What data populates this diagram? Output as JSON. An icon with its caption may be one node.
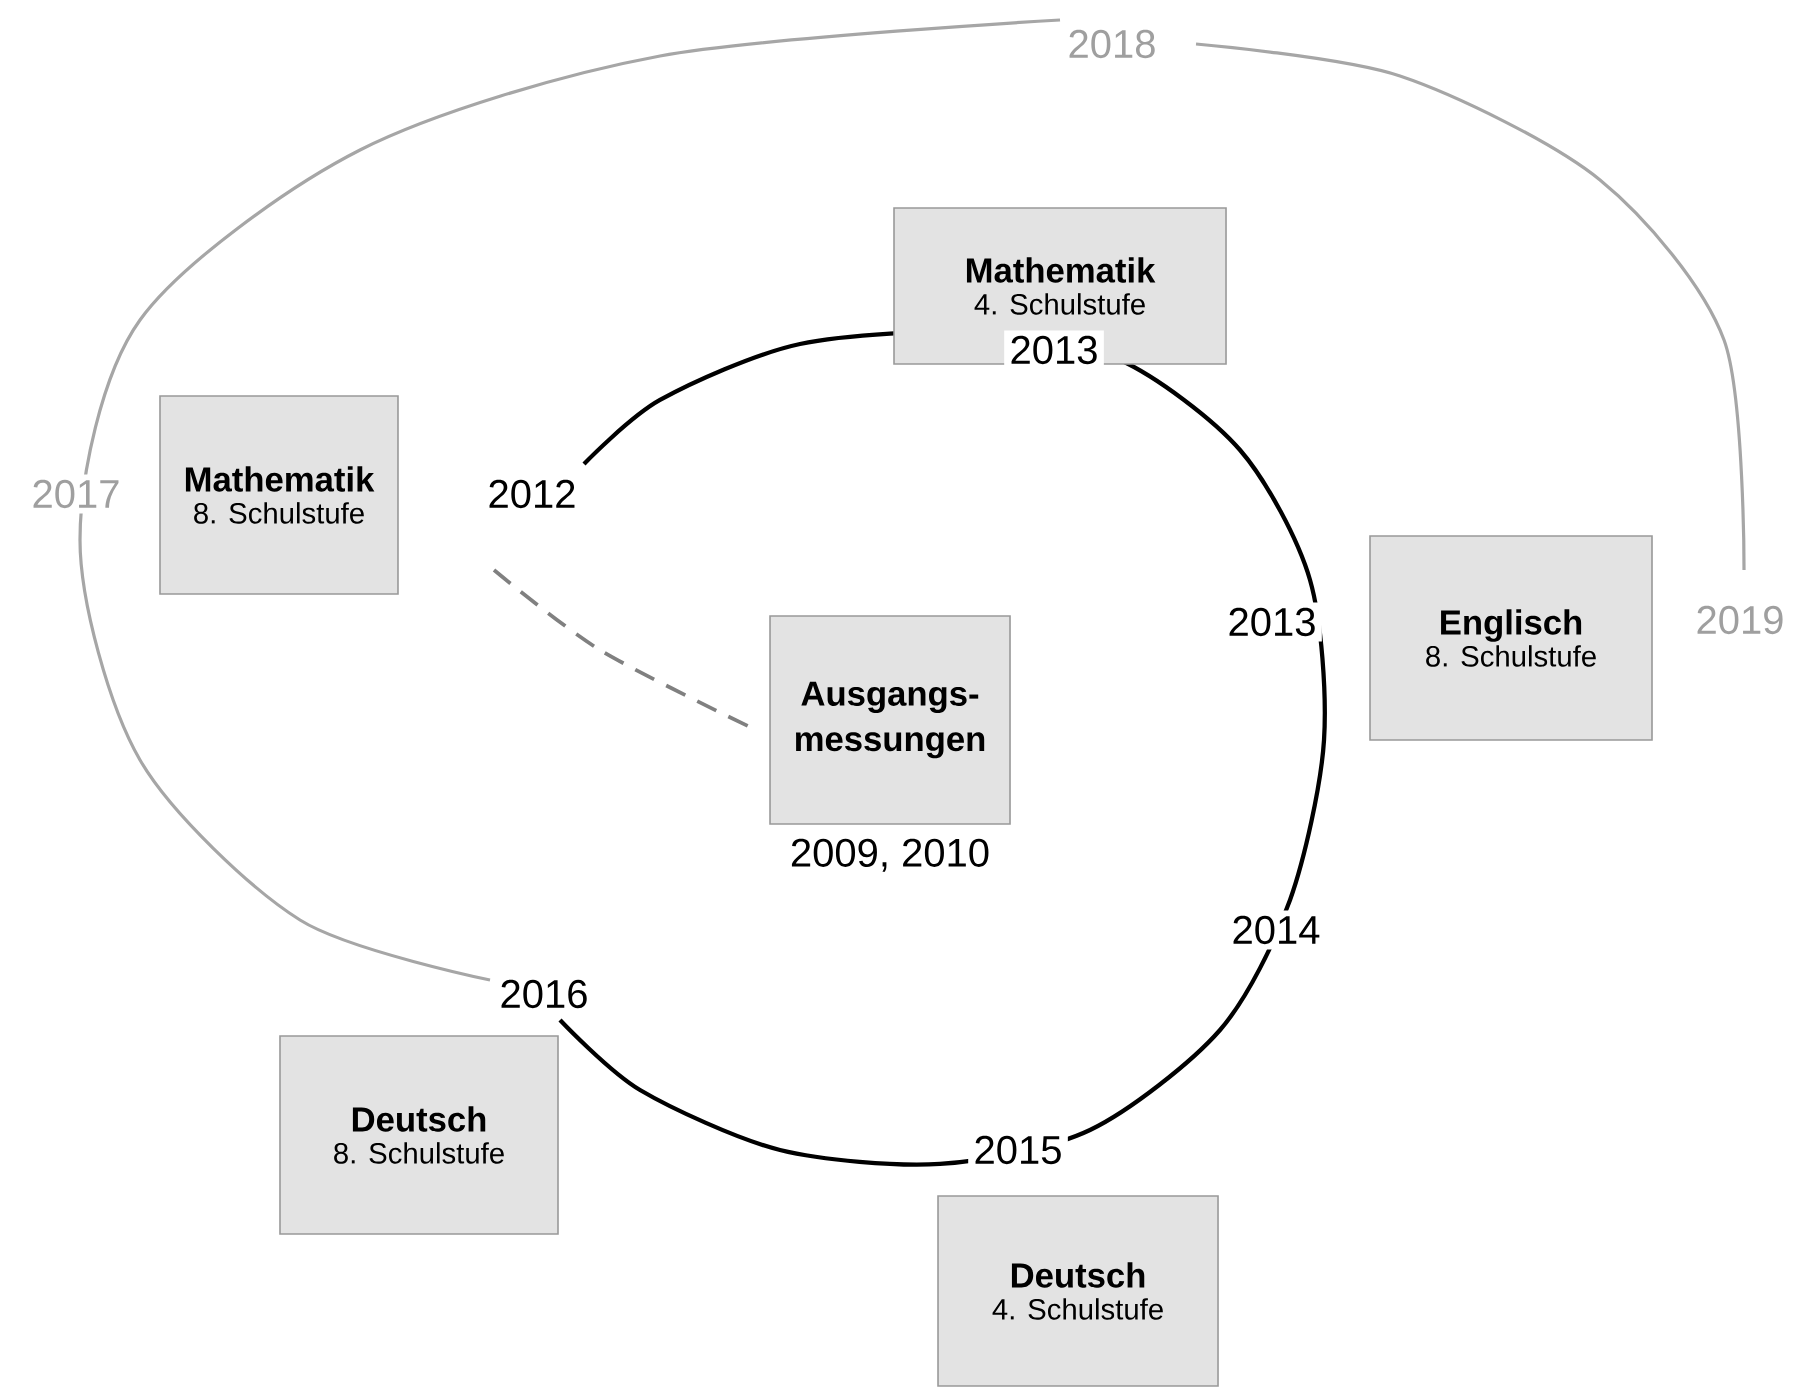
{
  "diagram": {
    "nodes": [
      {
        "text": [
          "Mathematik",
          "4. Schulstufe"
        ]
      },
      {
        "text": [
          "Mathematik",
          "8. Schulstufe"
        ]
      },
      {
        "text": [
          "Englisch",
          "8. Schulstufe"
        ]
      },
      {
        "text": [
          "Ausgangs- messungen"
        ],
        "beside": [
          "2009, 2010"
        ]
      },
      {
        "text": [
          "Deutsch",
          "8. Schulstufe"
        ]
      },
      {
        "text": [
          "Deutsch",
          "4. Schulstufe"
        ]
      }
    ],
    "labels": [
      "2018",
      "2013",
      "2017",
      "2012",
      "2013",
      "2019",
      "2014",
      "2016",
      "2015"
    ]
  }
}
